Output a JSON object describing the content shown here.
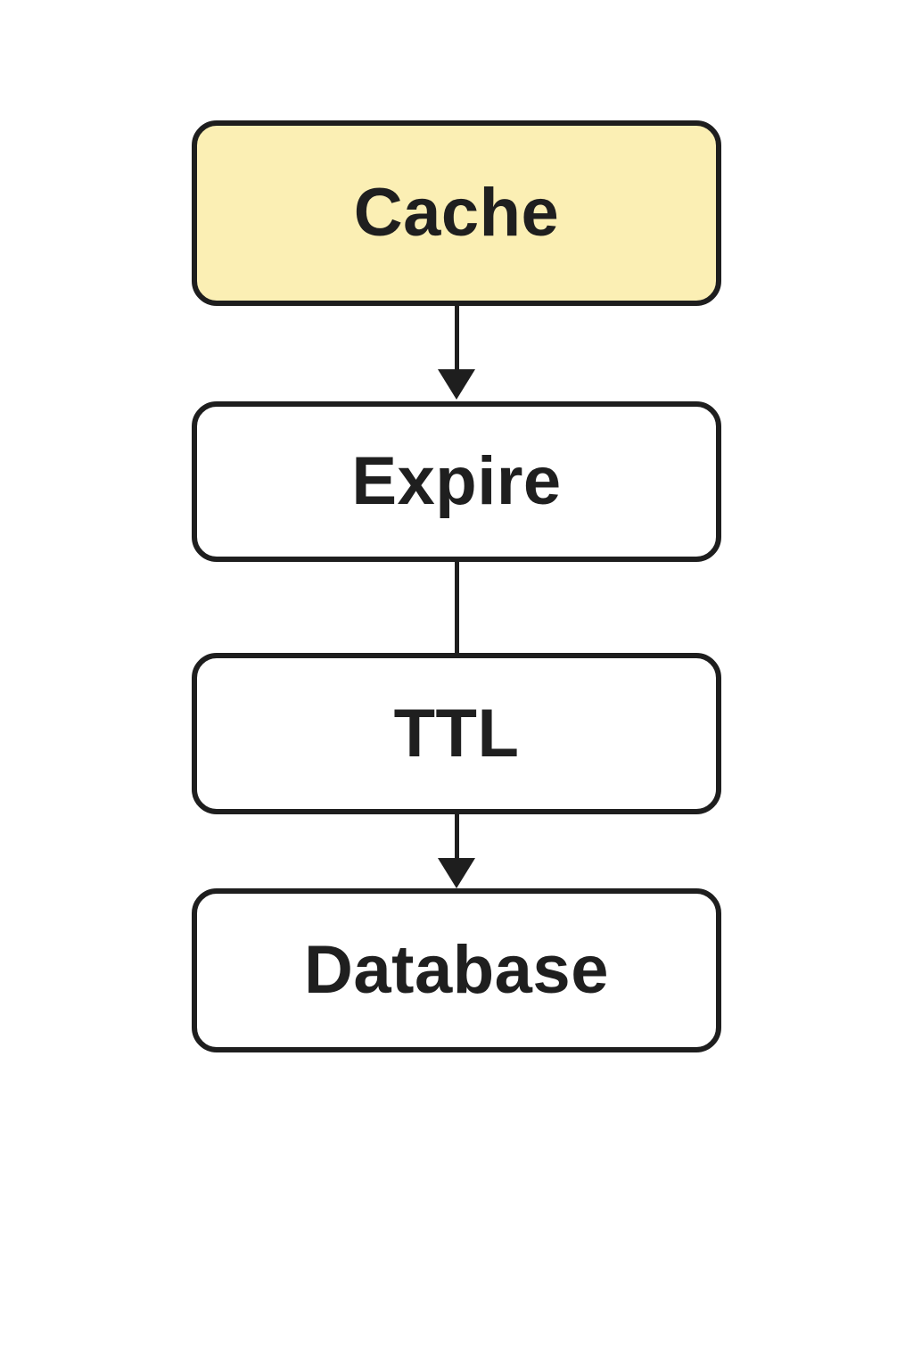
{
  "diagram": {
    "type": "flowchart",
    "direction": "top-down",
    "background": "#FFFFFF",
    "colors": {
      "border": "#1E1E1E",
      "text": "#1F1F1F",
      "background": "#FFFFFF",
      "highlight_fill": "#FBEFB4"
    },
    "nodes": [
      {
        "id": "cache",
        "label": "Cache",
        "fill": "#FBEFB4",
        "highlighted": true
      },
      {
        "id": "expire",
        "label": "Expire",
        "fill": "#FFFFFF",
        "highlighted": false
      },
      {
        "id": "ttl",
        "label": "TTL",
        "fill": "#FFFFFF",
        "highlighted": false
      },
      {
        "id": "database",
        "label": "Database",
        "fill": "#FFFFFF",
        "highlighted": false
      }
    ],
    "edges": [
      {
        "from": "cache",
        "to": "expire",
        "arrowhead": true
      },
      {
        "from": "expire",
        "to": "ttl",
        "arrowhead": false
      },
      {
        "from": "ttl",
        "to": "database",
        "arrowhead": true
      }
    ]
  }
}
